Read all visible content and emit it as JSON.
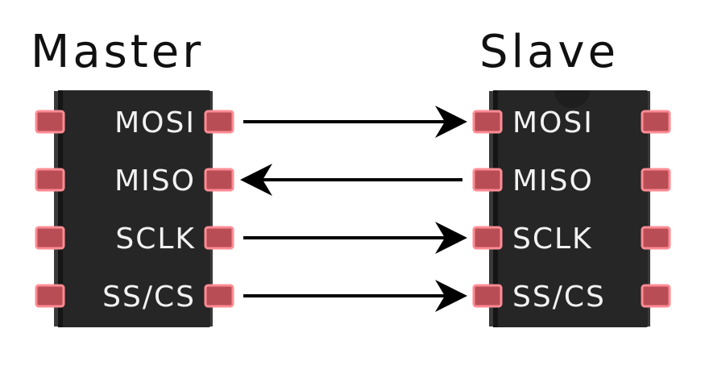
{
  "master": {
    "title": "Master",
    "pins": [
      "MOSI",
      "MISO",
      "SCLK",
      "SS/CS"
    ]
  },
  "slave": {
    "title": "Slave",
    "pins": [
      "MOSI",
      "MISO",
      "SCLK",
      "SS/CS"
    ]
  },
  "signals": [
    {
      "pin": "MOSI",
      "direction": "master-to-slave"
    },
    {
      "pin": "MISO",
      "direction": "slave-to-master"
    },
    {
      "pin": "SCLK",
      "direction": "master-to-slave"
    },
    {
      "pin": "SS/CS",
      "direction": "master-to-slave"
    }
  ],
  "colors": {
    "chip_body": "#262626",
    "chip_shade": "#1a1a1a",
    "pin_fill": "#b94d55",
    "pin_glow": "#ff8c94",
    "arrow": "#000000",
    "text_on_chip": "#f2f2f2",
    "title_text": "#111111"
  }
}
